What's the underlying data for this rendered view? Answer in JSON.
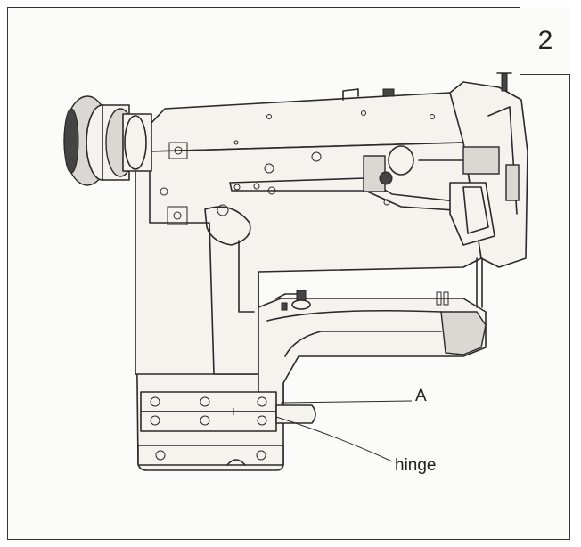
{
  "figure": {
    "number": "2",
    "callouts": {
      "a": "A",
      "hinge": "hinge"
    }
  }
}
